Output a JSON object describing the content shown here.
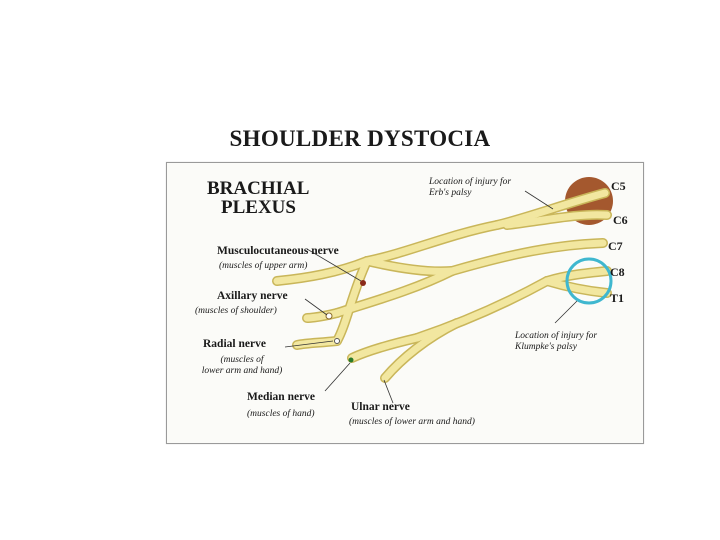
{
  "title": "SHOULDER DYSTOCIA",
  "heading_line1": "BRACHIAL",
  "heading_line2": "PLEXUS",
  "nerves": [
    {
      "name": "Musculocutaneous nerve",
      "function": "(muscles of upper arm)"
    },
    {
      "name": "Axillary nerve",
      "function": "(muscles of shoulder)"
    },
    {
      "name": "Radial nerve",
      "function_line1": "(muscles of",
      "function_line2": "lower arm and hand)"
    },
    {
      "name": "Median nerve",
      "function": "(muscles of hand)"
    },
    {
      "name": "Ulnar nerve",
      "function": "(muscles of lower arm and hand)"
    }
  ],
  "roots": [
    "C5",
    "C6",
    "C7",
    "C8",
    "T1"
  ],
  "erb_note_line1": "Location of injury for",
  "erb_note_line2": "Erb's palsy",
  "klumpke_note_line1": "Location of injury for",
  "klumpke_note_line2": "Klumpke's palsy",
  "colors": {
    "nerve_fill": "#f2e7a0",
    "nerve_outline": "#c9b65a",
    "erb_circle": "#a4582e",
    "klumpke_circle": "#3fb7cf"
  }
}
